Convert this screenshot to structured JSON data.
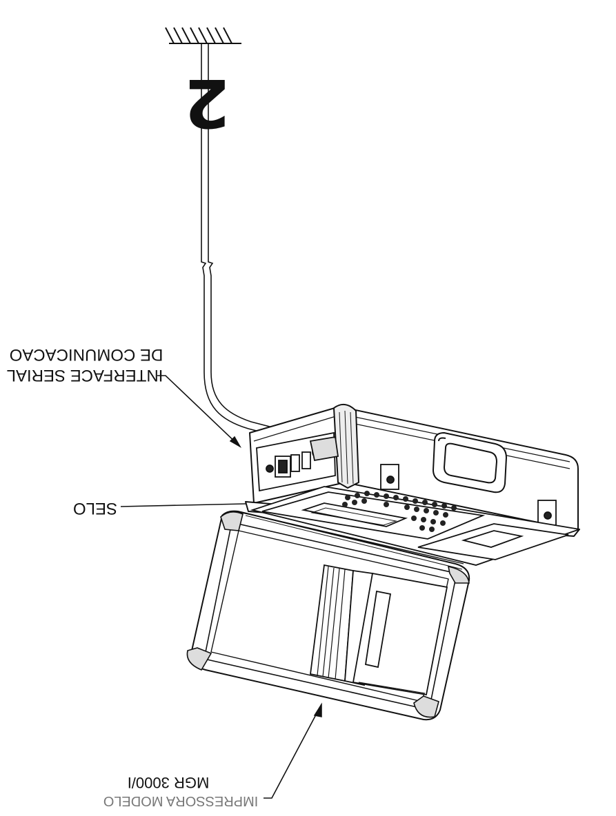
{
  "figure_label": "2",
  "callouts": {
    "interface_line1": "INTERFACE SERIAL",
    "interface_line2": "DE COMUNICACAO",
    "selo": "SELO",
    "model_line1": "MGR 3000/I",
    "model_line2": "IMPRESSORA MODELO"
  },
  "colors": {
    "ink": "#111111",
    "paper": "#ffffff"
  }
}
